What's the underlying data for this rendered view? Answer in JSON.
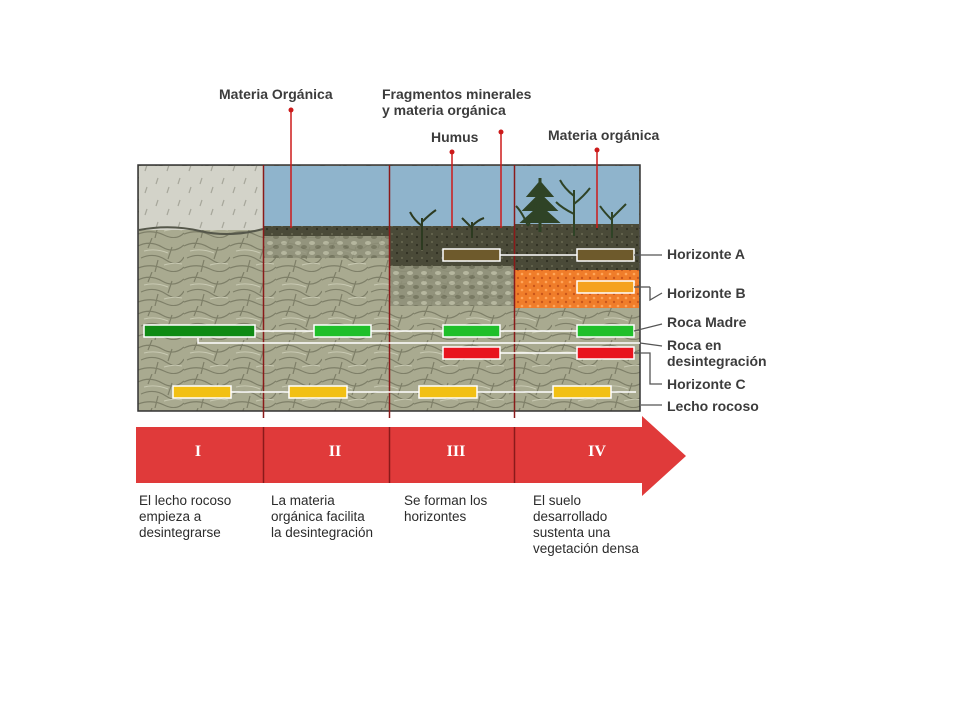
{
  "top_labels": [
    {
      "text": "Materia Orgánica"
    },
    {
      "text": "Fragmentos minerales\ny materia orgánica"
    },
    {
      "text": "Humus"
    },
    {
      "text": "Materia orgánica"
    }
  ],
  "right_labels": [
    {
      "text": "Horizonte A"
    },
    {
      "text": "Horizonte B"
    },
    {
      "text": "Roca Madre"
    },
    {
      "text": "Roca en\ndesintegración"
    },
    {
      "text": "Horizonte C"
    },
    {
      "text": "Lecho rocoso"
    }
  ],
  "stages": [
    {
      "numeral": "I",
      "description": "El lecho rocoso\nempieza a\ndesintegrarse"
    },
    {
      "numeral": "II",
      "description": "La materia\norgánica facilita\nla desintegración"
    },
    {
      "numeral": "III",
      "description": "Se forman los\nhorizontes"
    },
    {
      "numeral": "IV",
      "description": "El suelo\ndesarrollado\nsustenta una\nvegetación densa"
    }
  ],
  "colors": {
    "sky": "#8fb4cc",
    "rain_sky": "#d3d3c9",
    "rock": "#a9aa90",
    "dark_soil": "#4a4a38",
    "orange_horizon": "#f07d2a",
    "arrow_red": "#e03a3a",
    "pointer_red": "#cc1a1a",
    "horizonte_a": "#6e5a2c",
    "horizonte_b": "#f5a21f",
    "roca_madre": "#1fbf2a",
    "roca_madre_dark": "#0f8a14",
    "roca_desintegracion": "#e8141e",
    "lecho_rocoso": "#f2c014"
  }
}
